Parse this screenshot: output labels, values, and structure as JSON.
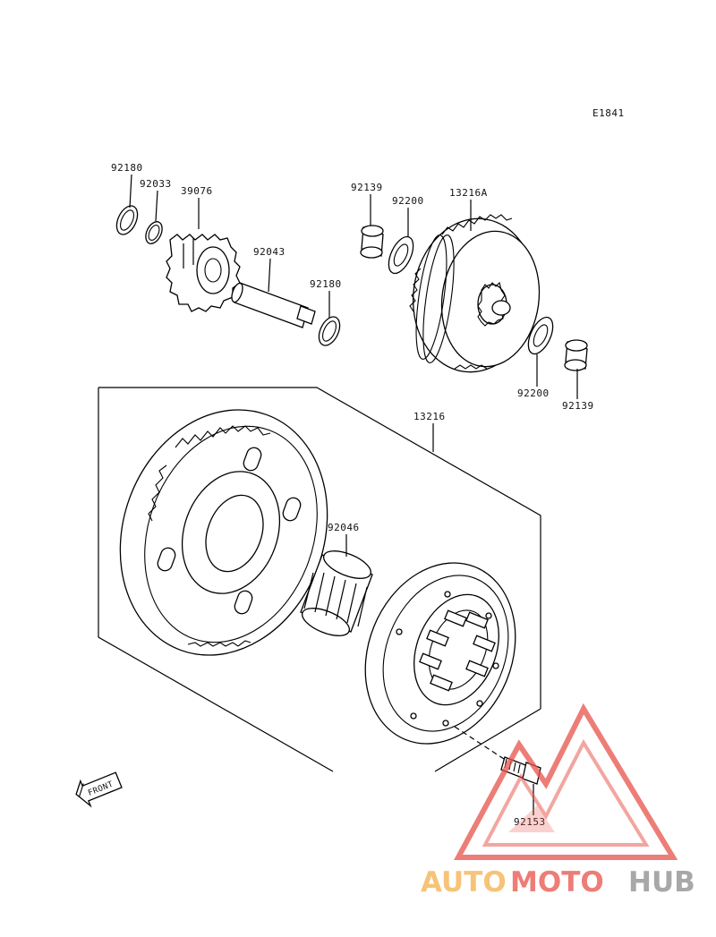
{
  "diagram_code": "E1841",
  "part_numbers": {
    "a": "92180",
    "b": "92033",
    "c": "39076",
    "d": "92043",
    "e": "92180",
    "f": "92139",
    "g": "92200",
    "h": "13216A",
    "i": "92200",
    "j": "92139",
    "k": "13216",
    "l": "92046",
    "m": "92153"
  },
  "front_label": "FRONT",
  "watermark": {
    "text_a": "AUTO",
    "text_b": "MOTO",
    "text_c": "HUB",
    "color_a": "#f5b04a",
    "color_b": "#e8524a",
    "color_c": "#8c8c8c",
    "triangle_color": "#e8524a"
  }
}
